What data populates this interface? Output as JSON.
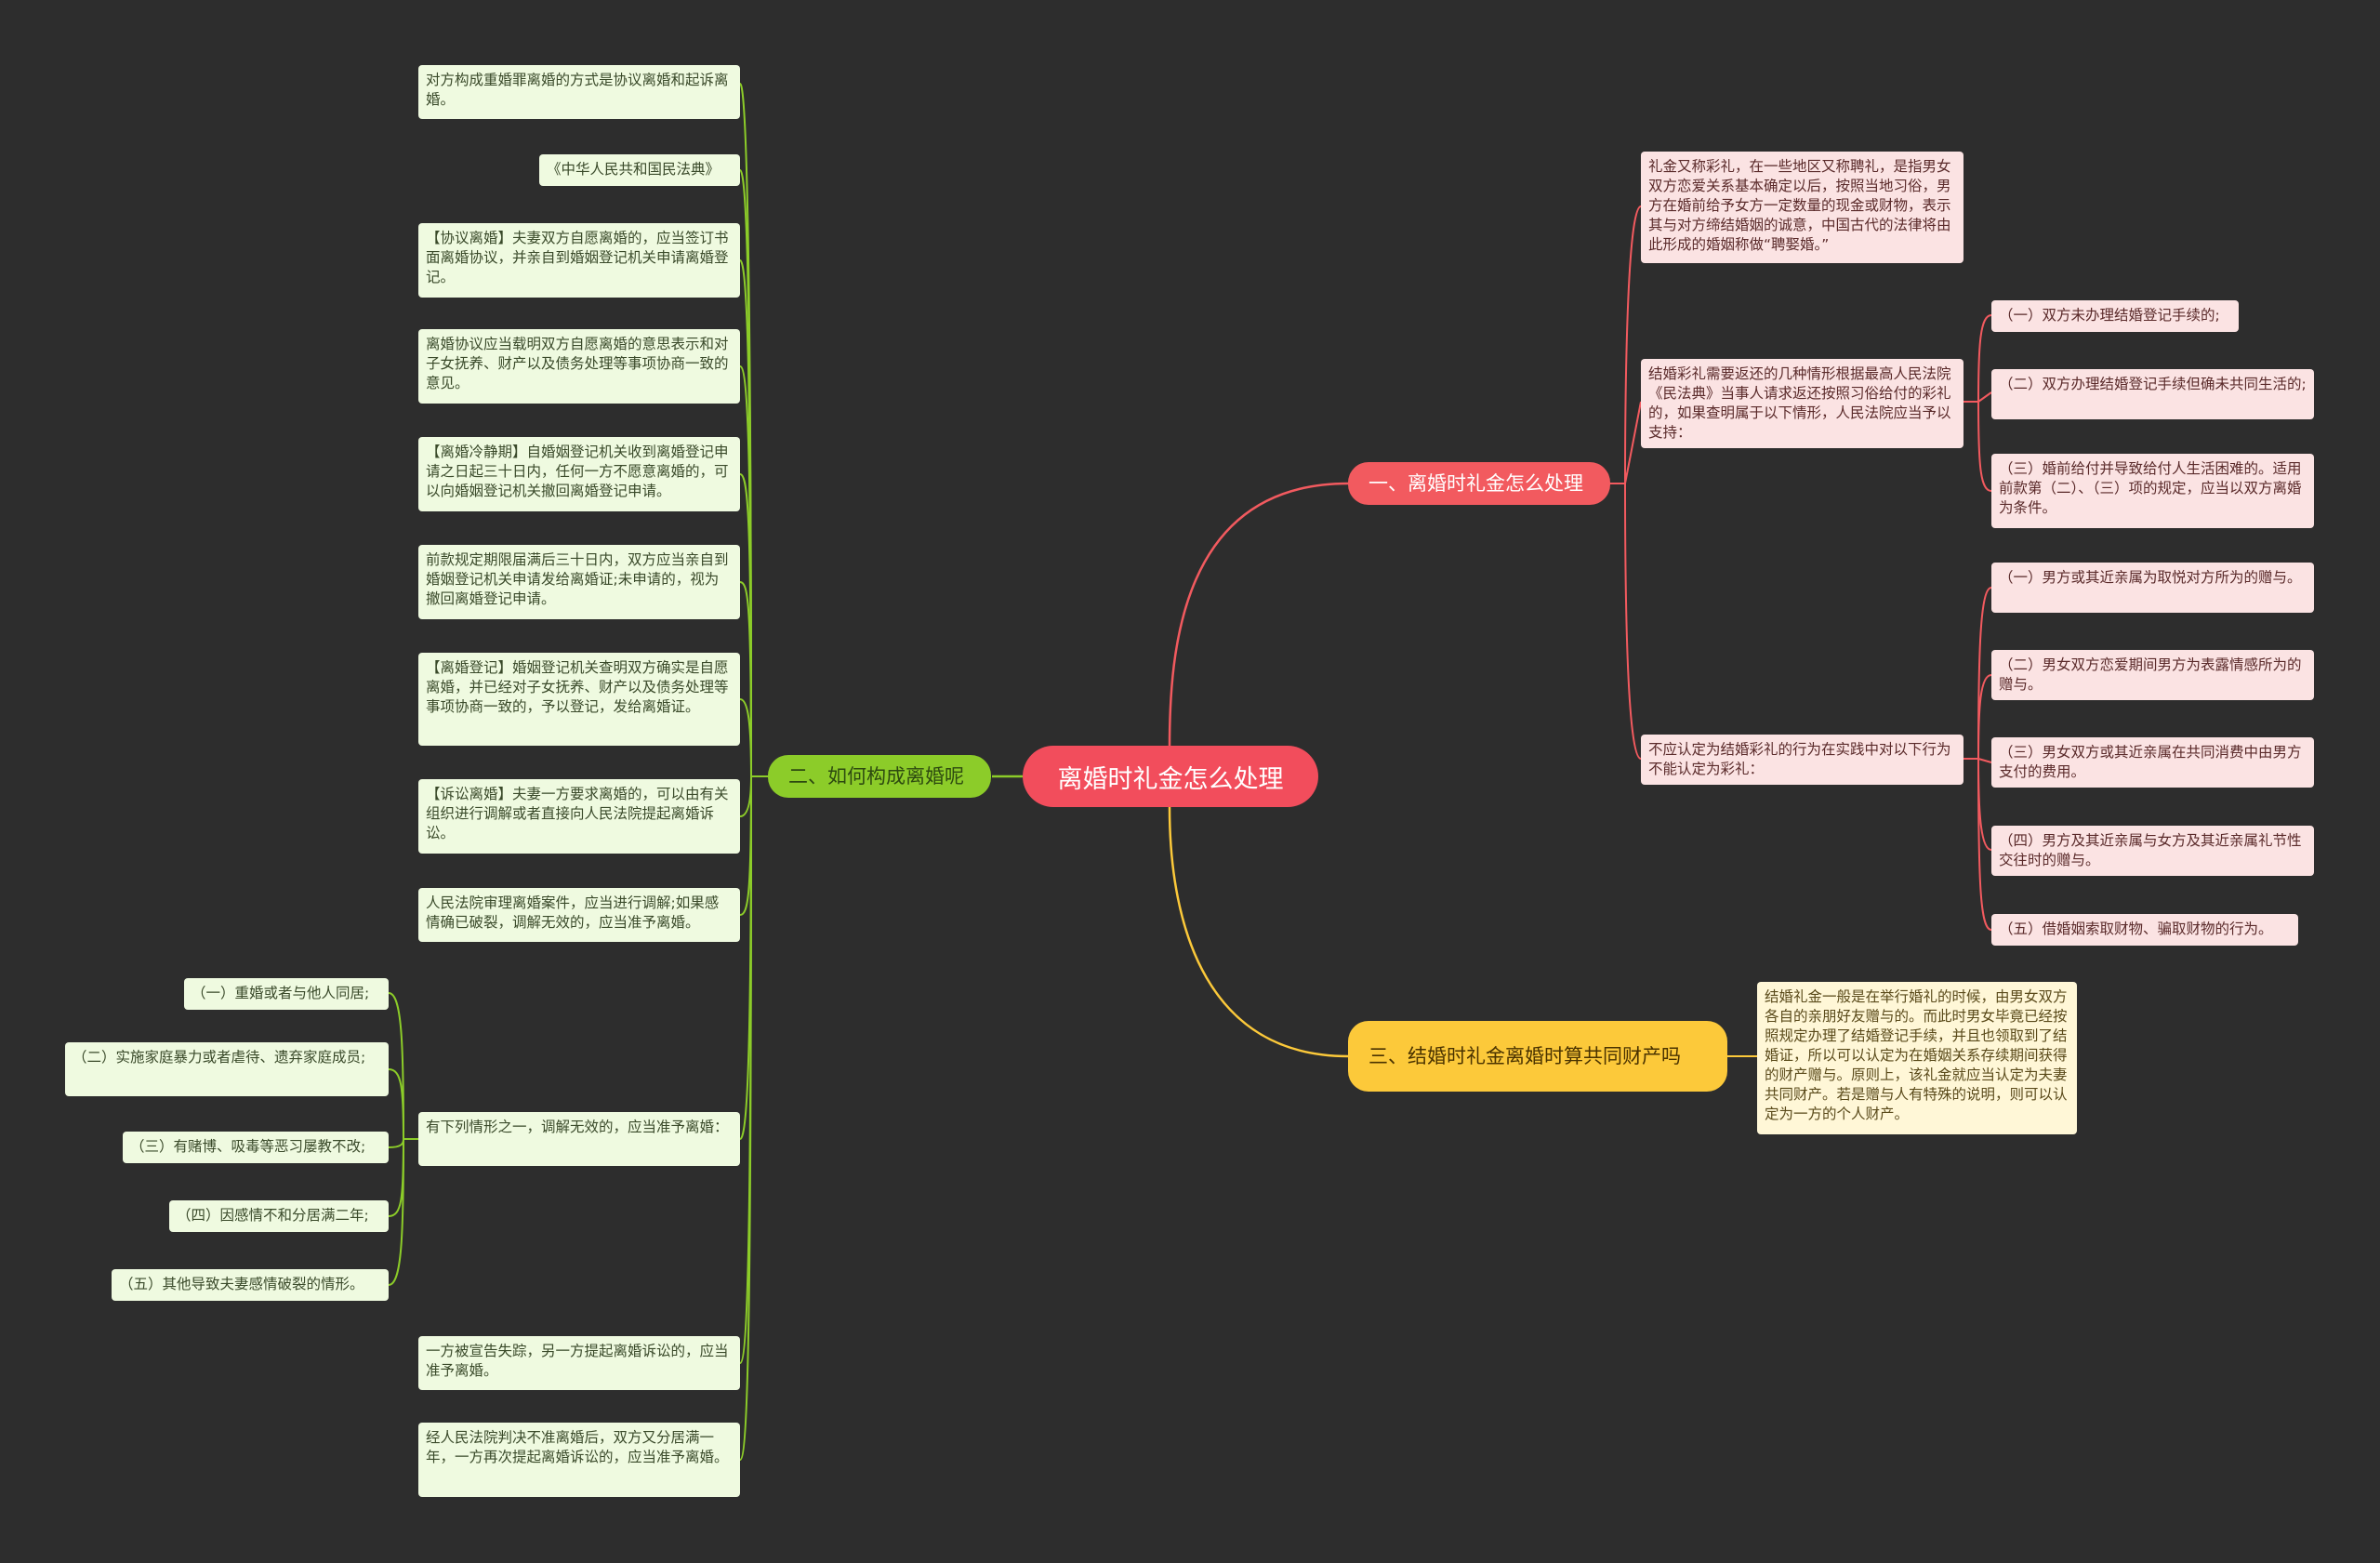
{
  "root": {
    "label": "离婚时礼金怎么处理"
  },
  "branches": [
    {
      "label": "一、离婚时礼金怎么处理"
    },
    {
      "label": "二、如何构成离婚呢"
    },
    {
      "label": "三、结婚时礼金离婚时算共同财产吗"
    }
  ],
  "branch1": {
    "intro": "礼金又称彩礼，在一些地区又称聘礼，是指男女双方恋爱关系基本确定以后，按照当地习俗，男方在婚前给予女方一定数量的现金或财物，表示其与对方缔结婚姻的诚意，中国古代的法律将由此形成的婚姻称做“聘娶婚。”",
    "return_rule": "结婚彩礼需要返还的几种情形根据最高人民法院《民法典》当事人请求返还按照习俗给付的彩礼的，如果查明属于以下情形，人民法院应当予以支持：",
    "return_items": [
      "（一）双方未办理结婚登记手续的;",
      "（二）双方办理结婚登记手续但确未共同生活的;",
      "（三）婚前给付并导致给付人生活困难的。适用前款第（二）、（三）项的规定，应当以双方离婚为条件。"
    ],
    "not_gift_rule": "不应认定为结婚彩礼的行为在实践中对以下行为不能认定为彩礼：",
    "not_gift_items": [
      "（一）男方或其近亲属为取悦对方所为的赠与。",
      "（二）男女双方恋爱期间男方为表露情感所为的赠与。",
      "（三）男女双方或其近亲属在共同消费中由男方支付的费用。",
      "（四）男方及其近亲属与女方及其近亲属礼节性交往时的赠与。",
      "（五）借婚姻索取财物、骗取财物的行为。"
    ]
  },
  "branch2": {
    "items": [
      "对方构成重婚罪离婚的方式是协议离婚和起诉离婚。",
      "《中华人民共和国民法典》",
      "【协议离婚】夫妻双方自愿离婚的，应当签订书面离婚协议，并亲自到婚姻登记机关申请离婚登记。",
      "离婚协议应当载明双方自愿离婚的意思表示和对子女抚养、财产以及债务处理等事项协商一致的意见。",
      "【离婚冷静期】自婚姻登记机关收到离婚登记申请之日起三十日内，任何一方不愿意离婚的，可以向婚姻登记机关撤回离婚登记申请。",
      "前款规定期限届满后三十日内，双方应当亲自到婚姻登记机关申请发给离婚证;未申请的，视为撤回离婚登记申请。",
      "【离婚登记】婚姻登记机关查明双方确实是自愿离婚，并已经对子女抚养、财产以及债务处理等事项协商一致的，予以登记，发给离婚证。",
      "【诉讼离婚】夫妻一方要求离婚的，可以由有关组织进行调解或者直接向人民法院提起离婚诉讼。",
      "人民法院审理离婚案件，应当进行调解;如果感情确已破裂，调解无效的，应当准予离婚。",
      "有下列情形之一，调解无效的，应当准予离婚：",
      "一方被宣告失踪，另一方提起离婚诉讼的，应当准予离婚。",
      "经人民法院判决不准离婚后，双方又分居满一年，一方再次提起离婚诉讼的，应当准予离婚。"
    ],
    "sub_items": [
      "（一）重婚或者与他人同居;",
      "（二）实施家庭暴力或者虐待、遗弃家庭成员;",
      "（三）有赌博、吸毒等恶习屡教不改;",
      "（四）因感情不和分居满二年;",
      "（五）其他导致夫妻感情破裂的情形。"
    ]
  },
  "branch3": {
    "text": "结婚礼金一般是在举行婚礼的时候，由男女双方各自的亲朋好友赠与的。而此时男女毕竟已经按照规定办理了结婚登记手续，并且也领取到了结婚证，所以可以认定为在婚姻关系存续期间获得的财产赠与。原则上，该礼金就应当认定为夫妻共同财产。若是赠与人有特殊的说明，则可以认定为一方的个人财产。"
  },
  "colors": {
    "background": "#2d2d2d",
    "root": "#f24d5c",
    "branch_red": "#f25a5f",
    "branch_green": "#8ccc29",
    "branch_yellow": "#fcc93a"
  }
}
